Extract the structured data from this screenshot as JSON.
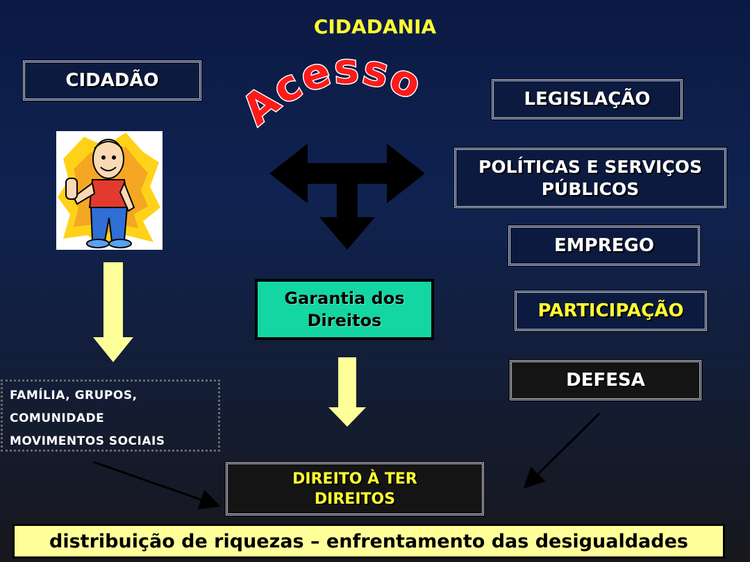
{
  "title": "CIDADANIA",
  "acesso": "Acesso",
  "cidadao": "CIDADÃO",
  "right_boxes": {
    "legislacao": "LEGISLAÇÃO",
    "politicas_line1": "POLÍTICAS E SERVIÇOS",
    "politicas_line2": "PÚBLICOS",
    "emprego": "EMPREGO",
    "participacao": "PARTICIPAÇÃO",
    "defesa": "DEFESA"
  },
  "garantia_line1": "Garantia dos",
  "garantia_line2": "Direitos",
  "familia": {
    "line1": "FAMÍLIA,  GRUPOS,",
    "line2": "COMUNIDADE",
    "line3": "MOVIMENTOS SOCIAIS"
  },
  "direito_line1": "DIREITO À TER",
  "direito_line2": "DIREITOS",
  "bottom_banner": "distribuição de riquezas – enfrentamento das desigualdades",
  "colors": {
    "accent_yellow": "#ffff33",
    "garantia_green": "#13d6a3",
    "banner_yellow": "#ffff99",
    "arrow_yellow": "#ffff99",
    "acesso_red": "#ff1a1a"
  }
}
